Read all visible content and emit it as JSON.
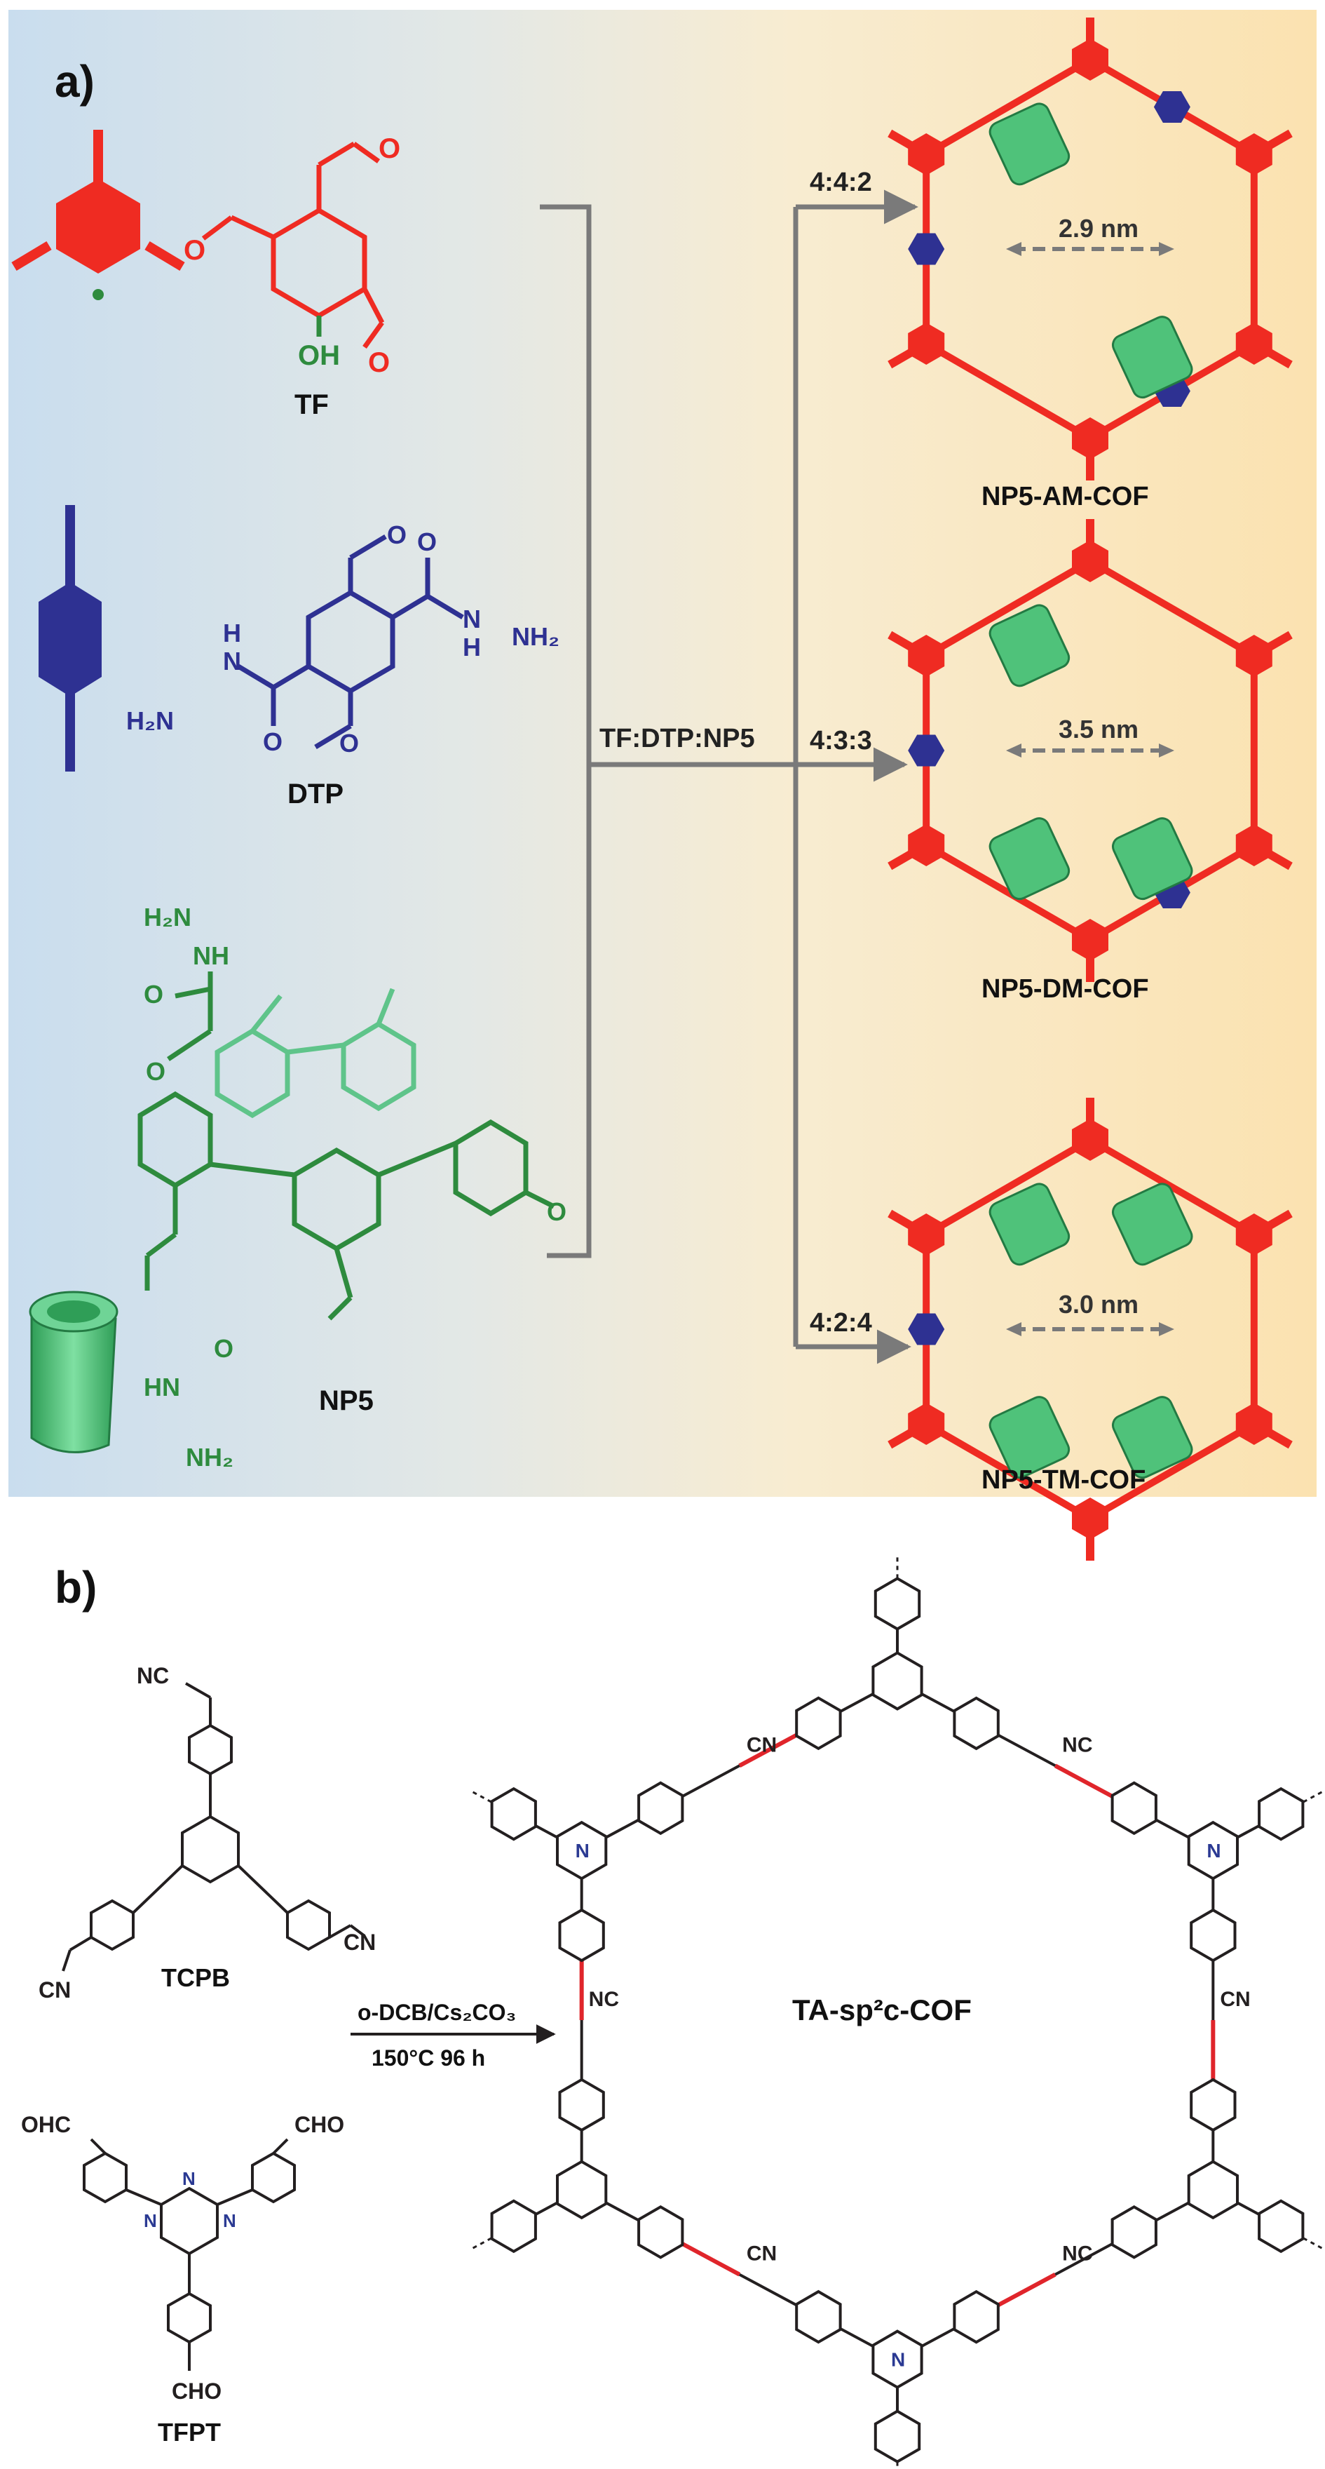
{
  "panel_a": {
    "label": "a)",
    "monomers": {
      "tf": {
        "name": "TF",
        "hydroxyl": "OH",
        "color": "#ef2b22"
      },
      "dtp": {
        "name": "DTP",
        "amine_left": "H₂N",
        "amine_right": "NH₂",
        "nh_left": "N",
        "h_left": "H",
        "nh_right": "N",
        "h_right": "H",
        "color": "#2e3192"
      },
      "np5": {
        "name": "NP5",
        "amine_top": "H₂N",
        "nh_top": "NH",
        "carbonyl_top": "O",
        "ether_top": "O",
        "ether_bottom": "O",
        "carbonyl_bottom": "O",
        "nh_bottom": "HN",
        "amine_bottom": "NH₂",
        "color": "#2e8b3e"
      }
    },
    "ratio_label": "TF:DTP:NP5",
    "ratios": [
      "4:4:2",
      "4:3:3",
      "4:2:4"
    ],
    "cofs": [
      {
        "name": "NP5-AM-COF",
        "pore": "2.9 nm"
      },
      {
        "name": "NP5-DM-COF",
        "pore": "3.5 nm"
      },
      {
        "name": "NP5-TM-COF",
        "pore": "3.0 nm"
      }
    ],
    "colors": {
      "bg_left": "#cfe2f0",
      "bg_right": "#fbe2b4",
      "node_red": "#ef2b22",
      "node_blue": "#2e3192",
      "cylinder": "#4fc27a",
      "arrow": "#7a7a7a"
    }
  },
  "panel_b": {
    "label": "b)",
    "monomers": {
      "tcpb": {
        "name": "TCPB",
        "cn": "CN",
        "nc": "NC"
      },
      "tfpt": {
        "name": "TFPT",
        "cho": "CHO",
        "ohc": "OHC",
        "n": "N"
      }
    },
    "conditions": {
      "solvent": "o-DCB/Cs₂CO₃",
      "temp_time": "150°C 96 h"
    },
    "product": {
      "name": "TA-sp²c-COF",
      "cn": "CN",
      "nc": "NC",
      "n": "N"
    },
    "colors": {
      "bond": "#231f20",
      "vinylene": "#e0252b",
      "triazine_n": "#2b3a93"
    }
  }
}
